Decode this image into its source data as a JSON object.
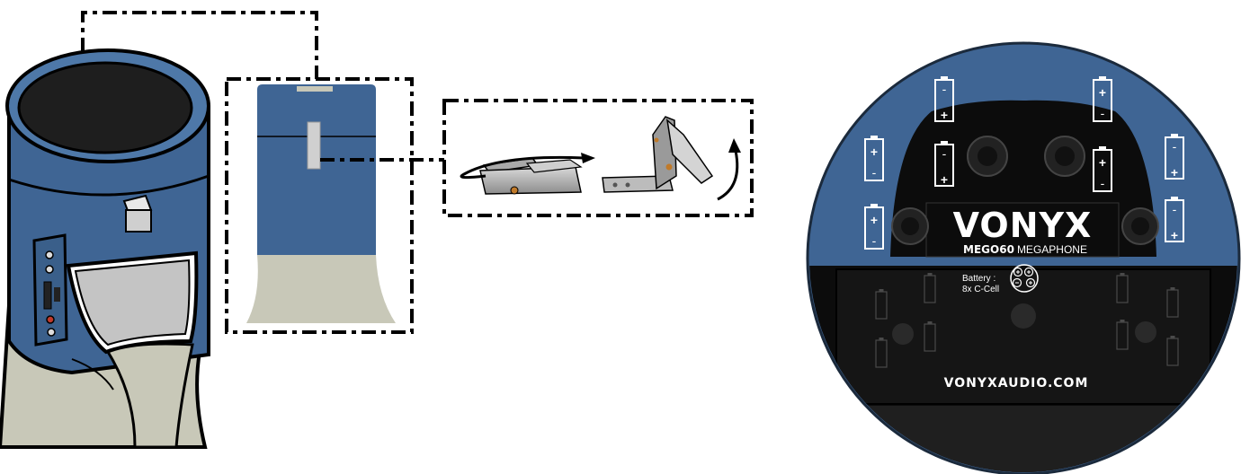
{
  "figure": {
    "panels": [
      "megaphone-side-view",
      "battery-door-closeup",
      "latch-opening-steps",
      "battery-compartment-rear-view"
    ]
  },
  "rear_panel": {
    "brand": "VONYX",
    "model_bold": "MEGO60",
    "model_light": "MEGAPHONE",
    "battery_label_line1": "Battery :",
    "battery_label_line2": "8x C-Cell",
    "website": "VONYXAUDIO.COM"
  },
  "battery_marks": {
    "plus": "+",
    "minus": "-"
  },
  "colors": {
    "megaphone_blue": "#3f6594",
    "bell_beige": "#c8c8b8",
    "compartment_black": "#0c0c0c",
    "outline": "#000000"
  }
}
